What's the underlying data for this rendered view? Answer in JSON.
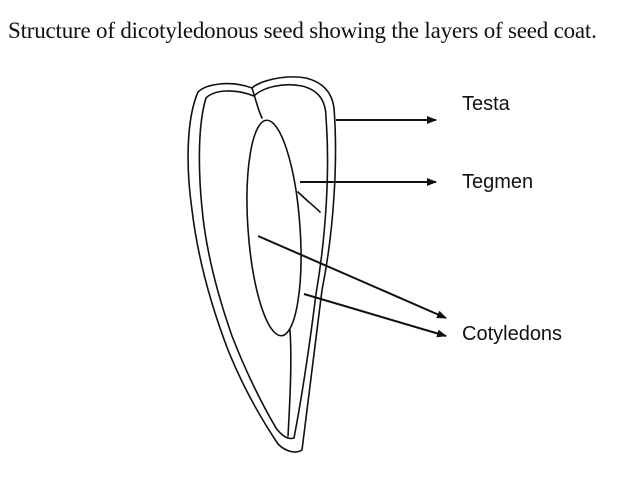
{
  "title": "Structure of dicotyledonous seed showing the layers of seed coat.",
  "labels": {
    "testa": "Testa",
    "tegmen": "Tegmen",
    "cotyledons": "Cotyledons"
  },
  "colors": {
    "ink": "#111111",
    "background": "#ffffff"
  }
}
